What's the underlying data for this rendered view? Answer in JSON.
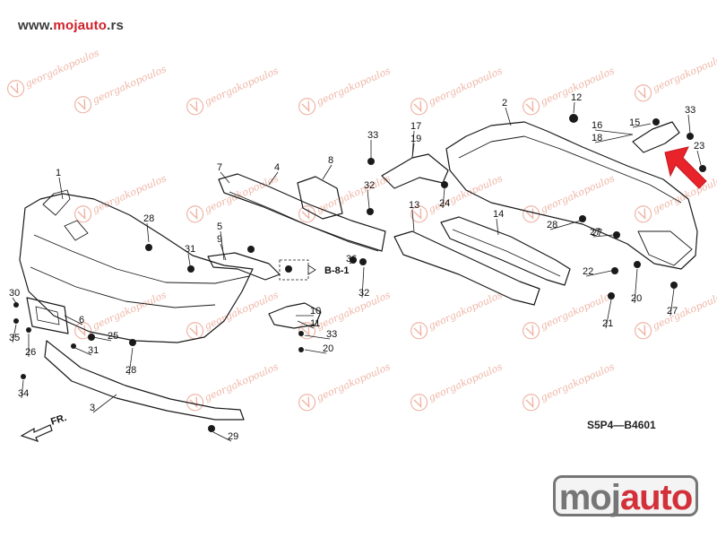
{
  "header": {
    "url_prefix": "www.",
    "url_brand": "mojauto",
    "url_suffix": ".rs"
  },
  "watermark": {
    "text": "georgakopoulos"
  },
  "diagram_code": "S5P4—B4601",
  "reference": "B-8-1",
  "direction_label": "FR.",
  "logo": {
    "part1": "moj",
    "part2": "auto"
  },
  "colors": {
    "brand_red": "#d0202a",
    "logo_gray": "#6b6b6b",
    "arrow_red": "#e8232a",
    "watermark": "#e07a5f"
  },
  "callouts": [
    "1",
    "2",
    "3",
    "4",
    "5",
    "6",
    "7",
    "8",
    "9",
    "10",
    "11",
    "12",
    "13",
    "14",
    "15",
    "16",
    "17",
    "18",
    "19",
    "20",
    "20",
    "21",
    "22",
    "23",
    "24",
    "25",
    "26",
    "27",
    "27",
    "27",
    "28",
    "28",
    "28",
    "29",
    "30",
    "31",
    "31",
    "32",
    "32",
    "33",
    "33",
    "33",
    "34",
    "35",
    "36"
  ]
}
